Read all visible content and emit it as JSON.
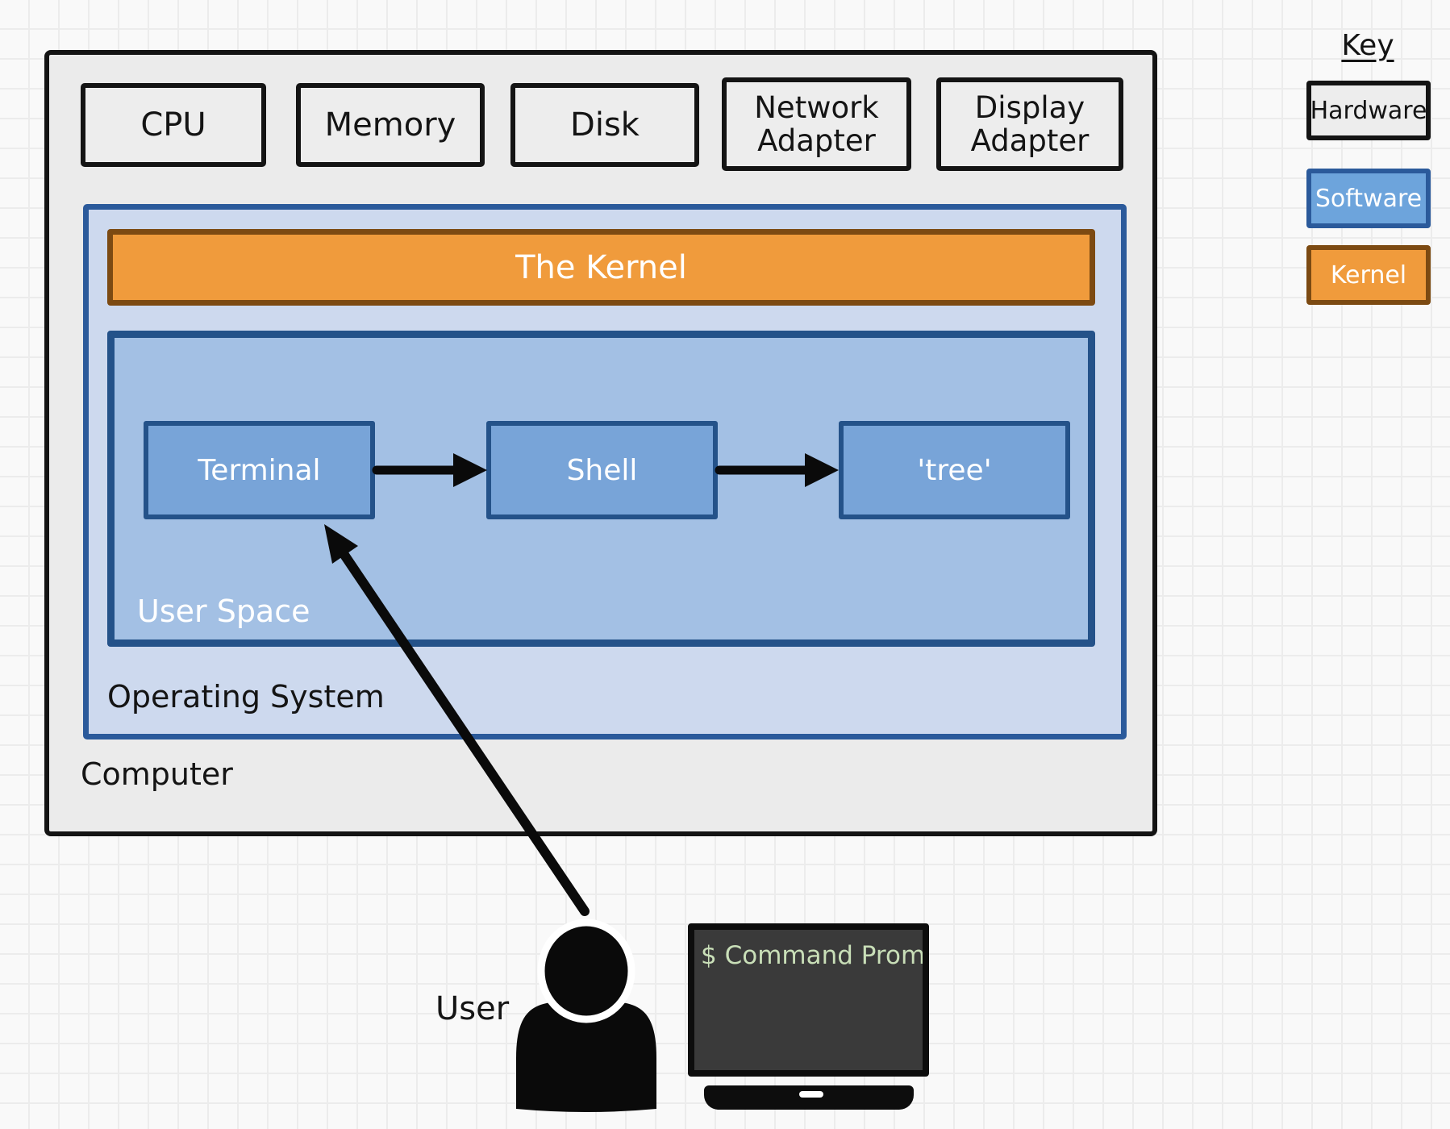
{
  "computer": {
    "label": "Computer",
    "hardware": [
      "CPU",
      "Memory",
      "Disk",
      "Network Adapter",
      "Display Adapter"
    ]
  },
  "os": {
    "label": "Operating System",
    "kernel_label": "The Kernel",
    "user_space": {
      "label": "User Space",
      "processes": [
        "Terminal",
        "Shell",
        "'tree'"
      ]
    }
  },
  "user": {
    "label": "User"
  },
  "monitor": {
    "screen_text": "$ Command Prompt"
  },
  "key": {
    "title": "Key",
    "items": [
      {
        "label": "Hardware",
        "fill": "#ededed",
        "border": "#141414",
        "text": "#141414"
      },
      {
        "label": "Software",
        "fill": "#6da4dc",
        "border": "#2b5a9b",
        "text": "#ffffff"
      },
      {
        "label": "Kernel",
        "fill": "#f09b3c",
        "border": "#7c4a12",
        "text": "#ffffff"
      }
    ]
  },
  "colors": {
    "page_bg": "#f9f9f9",
    "grid_line": "#ececec",
    "ink": "#141414",
    "computer_fill": "#ebebeb",
    "hardware_fill": "#ededed",
    "hardware_border": "#141414",
    "os_fill": "#cdd9ee",
    "os_border": "#2b5a9b",
    "kernel_fill": "#f09b3c",
    "kernel_border": "#7c4a12",
    "userspace_fill": "#a3c0e4",
    "userspace_border": "#245289",
    "process_fill": "#78a4d8",
    "process_border": "#245289",
    "software_fill": "#6da4dc",
    "screen_fill": "#3a3a3a",
    "screen_border": "#0d0d0d",
    "prompt_text": "#c9dfb8",
    "arrow": "#0a0a0a"
  }
}
